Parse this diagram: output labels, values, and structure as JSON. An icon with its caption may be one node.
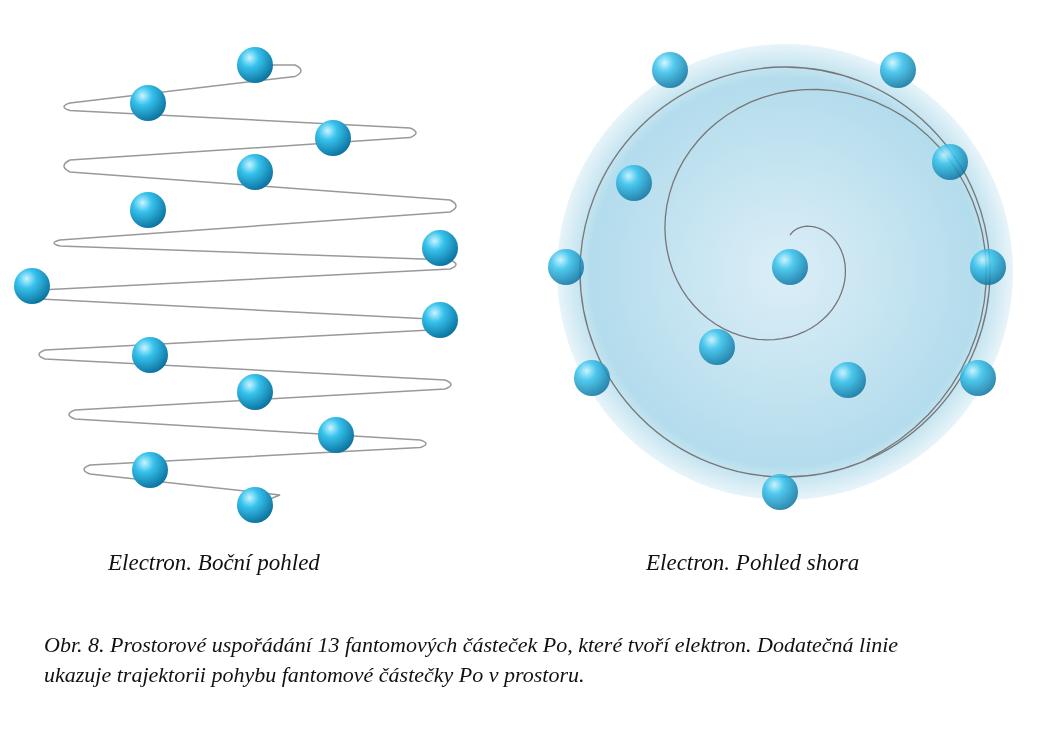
{
  "diagram": {
    "caption": "Obr. 8. Prostorové uspořádání 13 fantomových částeček Po, které tvoří elektron. Dodatečná linie ukazuje trajektorii pohybu fantomové částečky Po v prostoru.",
    "labels": [
      "Electron. Boční pohled",
      "Electron. Pohled shora"
    ]
  }
}
